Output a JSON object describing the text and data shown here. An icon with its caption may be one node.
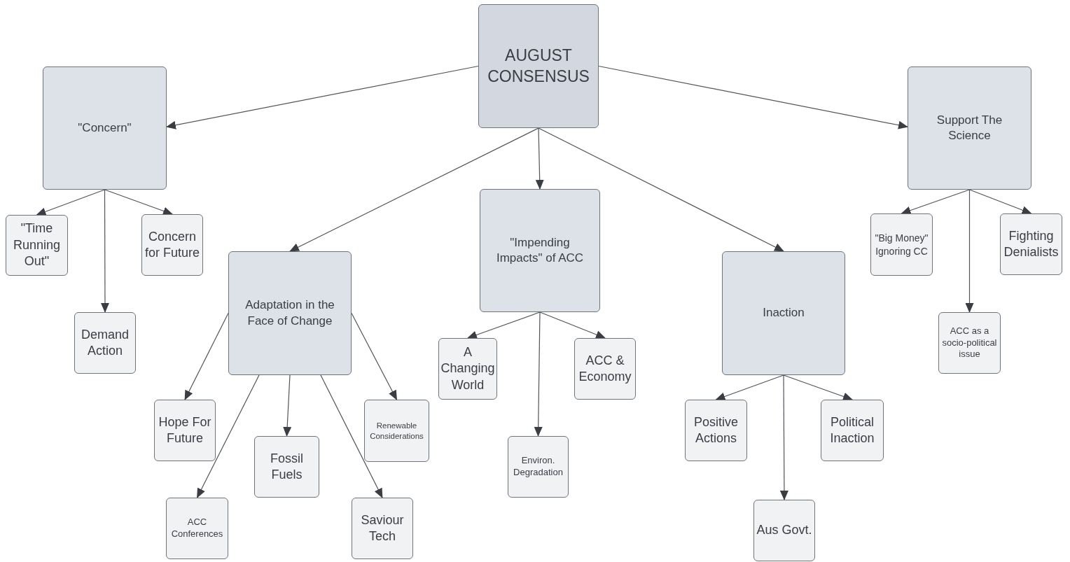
{
  "diagram": {
    "nodes": [
      {
        "text": [
          "AUGUST CONSENSUS"
        ]
      },
      {
        "text": [
          "\"Concern\""
        ]
      },
      {
        "text": [
          "Support The Science"
        ]
      },
      {
        "text": [
          "Adaptation in the Face of Change"
        ]
      },
      {
        "text": [
          "\"Impending Impacts\" of ACC"
        ]
      },
      {
        "text": [
          "Inaction"
        ]
      },
      {
        "text": [
          "\"Time Running Out\""
        ]
      },
      {
        "text": [
          "Concern for Future"
        ]
      },
      {
        "text": [
          "Demand Action"
        ]
      },
      {
        "text": [
          "Hope For Future"
        ]
      },
      {
        "text": [
          "ACC Conferences"
        ]
      },
      {
        "text": [
          "Fossil Fuels"
        ]
      },
      {
        "text": [
          "Saviour Tech"
        ]
      },
      {
        "text": [
          "Renewable Considerations"
        ]
      },
      {
        "text": [
          "A Changing World"
        ]
      },
      {
        "text": [
          "ACC & Economy"
        ]
      },
      {
        "text": [
          "Environ. Degradation"
        ]
      },
      {
        "text": [
          "Positive Actions"
        ]
      },
      {
        "text": [
          "Political Inaction"
        ]
      },
      {
        "text": [
          "Aus Govt."
        ]
      },
      {
        "text": [
          "\"Big Money\" Ignoring CC"
        ]
      },
      {
        "text": [
          "Fighting Denialists"
        ]
      },
      {
        "text": [
          "ACC as a socio-political issue"
        ]
      }
    ],
    "edges": [
      {
        "from": 0,
        "to": 1,
        "arrow": "to"
      },
      {
        "from": 0,
        "to": 2,
        "arrow": "to"
      },
      {
        "from": 0,
        "to": 3,
        "arrow": "to"
      },
      {
        "from": 0,
        "to": 4,
        "arrow": "to"
      },
      {
        "from": 0,
        "to": 5,
        "arrow": "to"
      },
      {
        "from": 1,
        "to": 6,
        "arrow": "to"
      },
      {
        "from": 1,
        "to": 7,
        "arrow": "to"
      },
      {
        "from": 1,
        "to": 8,
        "arrow": "to"
      },
      {
        "from": 3,
        "to": 9,
        "arrow": "to"
      },
      {
        "from": 3,
        "to": 10,
        "arrow": "to"
      },
      {
        "from": 3,
        "to": 11,
        "arrow": "to"
      },
      {
        "from": 3,
        "to": 12,
        "arrow": "to"
      },
      {
        "from": 3,
        "to": 13,
        "arrow": "to"
      },
      {
        "from": 4,
        "to": 14,
        "arrow": "to"
      },
      {
        "from": 4,
        "to": 15,
        "arrow": "to"
      },
      {
        "from": 4,
        "to": 16,
        "arrow": "to"
      },
      {
        "from": 5,
        "to": 17,
        "arrow": "to"
      },
      {
        "from": 5,
        "to": 18,
        "arrow": "to"
      },
      {
        "from": 5,
        "to": 19,
        "arrow": "to"
      },
      {
        "from": 2,
        "to": 20,
        "arrow": "to"
      },
      {
        "from": 2,
        "to": 21,
        "arrow": "to"
      },
      {
        "from": 2,
        "to": 22,
        "arrow": "to"
      }
    ]
  }
}
